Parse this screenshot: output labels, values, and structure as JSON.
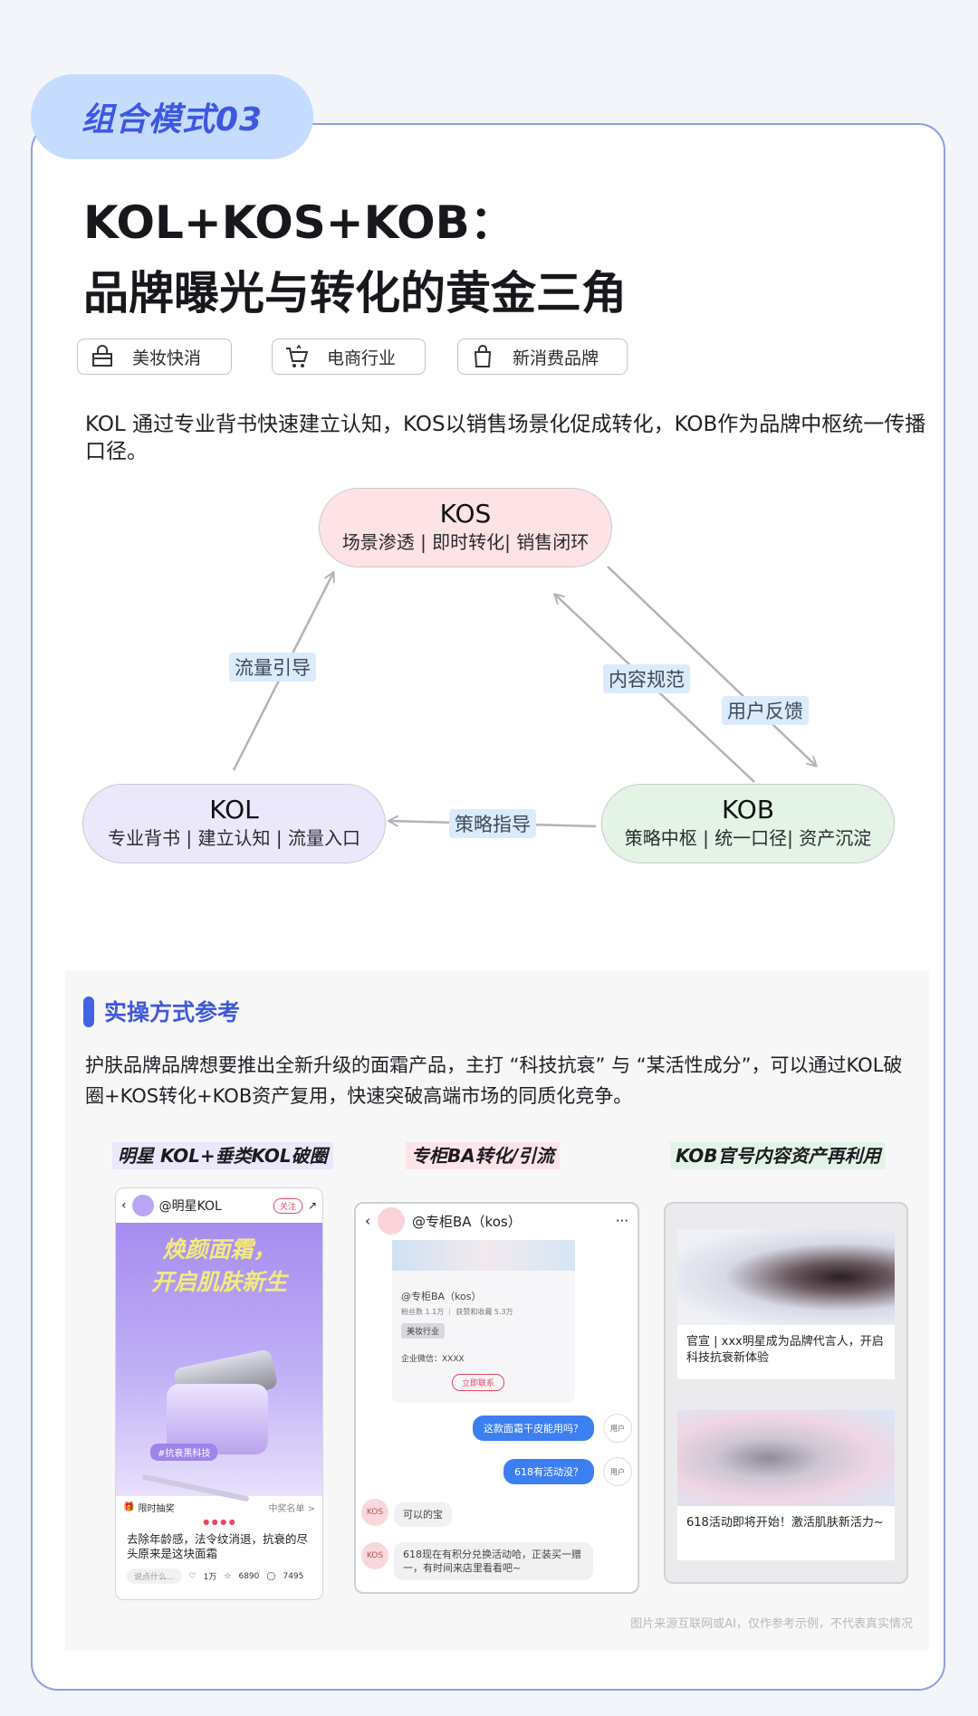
{
  "badge": "组合模式03",
  "title_line1": "KOL+KOS+KOB：",
  "title_line2": "品牌曝光与转化的黄金三角",
  "tags": [
    {
      "label": "美妆快消",
      "icon": "makeup-bag-icon"
    },
    {
      "label": "电商行业",
      "icon": "shopping-cart-icon"
    },
    {
      "label": "新消费品牌",
      "icon": "shopping-bag-icon"
    }
  ],
  "intro": "KOL 通过专业背书快速建立认知，KOS以销售场景化促成转化，KOB作为品牌中枢统一传播口径。",
  "diagram": {
    "kos": {
      "title": "KOS",
      "subtitle": "场景渗透 | 即时转化| 销售闭环",
      "color": "#fde2e6"
    },
    "kol": {
      "title": "KOL",
      "subtitle": "专业背书 | 建立认知 | 流量入口",
      "color": "#ece8fc"
    },
    "kob": {
      "title": "KOB",
      "subtitle": "策略中枢 | 统一口径| 资产沉淀",
      "color": "#e3f4e6"
    },
    "edges": {
      "flow_guide": "流量引导",
      "content_norm": "内容规范",
      "user_feedback": "用户反馈",
      "strategy_guide": "策略指导"
    }
  },
  "practice": {
    "title": "实操方式参考",
    "desc": "护肤品牌品牌想要推出全新升级的面霜产品，主打 “科技抗衰” 与 “某活性成分”，可以通过KOL破圈+KOS转化+KOB资产复用，快速突破高端市场的同质化竞争。",
    "columns": [
      "明星 KOL+垂类KOL破圈",
      "专柜BA转化/引流",
      "KOB官号内容资产再利用"
    ]
  },
  "phone1": {
    "account": "@明星KOL",
    "follow": "关注",
    "poster_line1": "焕颜面霜，",
    "poster_line2": "开启肌肤新生",
    "poster_badge": "#抗衰黑科技",
    "promo_left": "限时抽奖",
    "promo_right": "中奖名单 >",
    "caption": "去除年龄感，法令纹消退，抗衰的尽头原来是这块面霜",
    "comment_placeholder": "说点什么...",
    "likes": "1万",
    "stars": "6890",
    "comments": "7495"
  },
  "phone2": {
    "account": "@专柜BA（kos）",
    "more": "···",
    "profile_name": "@专柜BA（kos）",
    "profile_stats": "粉丝数 1.1万 ｜ 获赞和收藏 5.3万",
    "profile_tag": "美妆行业",
    "profile_wechat": "企业微信：XXXX",
    "profile_button": "立即联系",
    "user_label": "用户",
    "kos_label": "KOS",
    "msg1": "这款面霜干皮能用吗？",
    "msg2": "618有活动没？",
    "msg3": "可以的宝",
    "msg4": "618现在有积分兑换活动哈，正装买一赠一，有时间来店里看看吧~"
  },
  "phone3": {
    "post1": "官宣 | xxx明星成为品牌代言人，开启科技抗衰新体验",
    "post2": "618活动即将开始！激活肌肤新活力~"
  },
  "footnote": "图片来源互联网或AI，仅作参考示例，不代表真实情况"
}
